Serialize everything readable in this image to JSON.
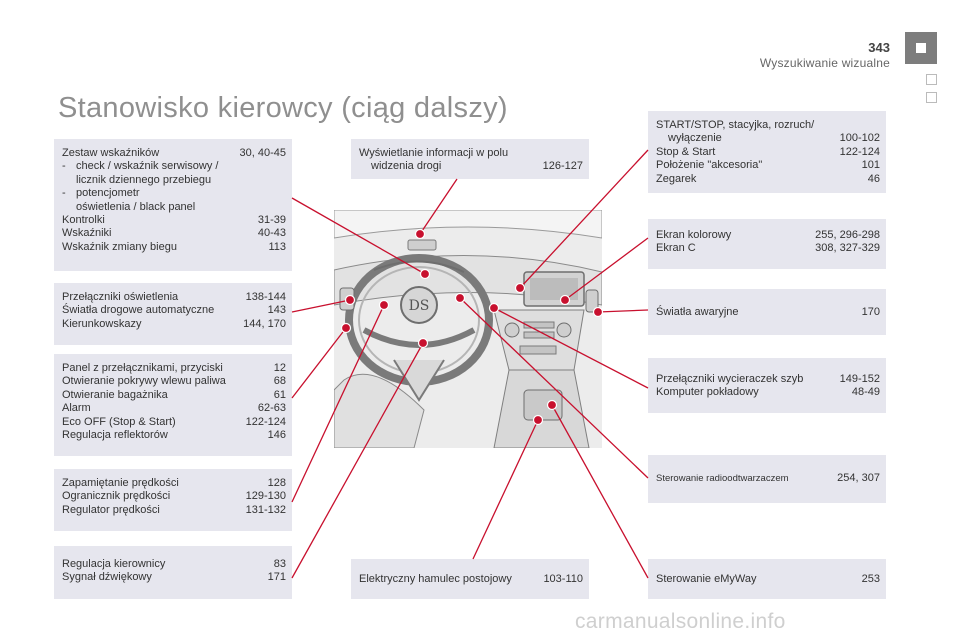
{
  "header": {
    "page_number": "343",
    "section": "Wyszukiwanie wizualne"
  },
  "title": "Stanowisko kierowcy (ciąg dalszy)",
  "boxes": {
    "instruments": {
      "rows": [
        {
          "label": "Zestaw wskaźników",
          "pages": "30, 40-45"
        },
        {
          "dash": "-",
          "label": "check / wskaźnik serwisowy /",
          "pages": ""
        },
        {
          "label": "licznik dziennego przebiegu",
          "pages": ""
        },
        {
          "dash": "-",
          "label": "potencjometr",
          "pages": ""
        },
        {
          "label": "oświetlenia / black panel",
          "pages": ""
        },
        {
          "label": "Kontrolki",
          "pages": "31-39"
        },
        {
          "label": "Wskaźniki",
          "pages": "40-43"
        },
        {
          "label": "Wskaźnik zmiany biegu",
          "pages": "113"
        }
      ]
    },
    "lighting": {
      "rows": [
        {
          "label": "Przełączniki oświetlenia",
          "pages": "138-144"
        },
        {
          "label": "Światła drogowe automatyczne",
          "pages": "143"
        },
        {
          "label": "Kierunkowskazy",
          "pages": "144, 170"
        }
      ]
    },
    "switch_panel": {
      "rows": [
        {
          "label": "Panel z przełącznikami, przyciski",
          "pages": "12"
        },
        {
          "label": "Otwieranie pokrywy wlewu paliwa",
          "pages": "68"
        },
        {
          "label": "Otwieranie bagażnika",
          "pages": "61"
        },
        {
          "label": "Alarm",
          "pages": "62-63"
        },
        {
          "label": "Eco OFF (Stop & Start)",
          "pages": "122-124"
        },
        {
          "label": "Regulacja reflektorów",
          "pages": "146"
        }
      ]
    },
    "speed": {
      "rows": [
        {
          "label": "Zapamiętanie prędkości",
          "pages": "128"
        },
        {
          "label": "Ogranicznik prędkości",
          "pages": "129-130"
        },
        {
          "label": "Regulator prędkości",
          "pages": "131-132"
        }
      ]
    },
    "steering": {
      "rows": [
        {
          "label": "Regulacja kierownicy",
          "pages": "83"
        },
        {
          "label": "Sygnał dźwiękowy",
          "pages": "171"
        }
      ]
    },
    "hud": {
      "rows": [
        {
          "label": "Wyświetlanie informacji w polu",
          "pages": ""
        },
        {
          "label": "widzenia drogi",
          "pages": "126-127"
        }
      ]
    },
    "parking_brake": {
      "rows": [
        {
          "label": "Elektryczny hamulec postojowy",
          "pages": "103-110"
        }
      ]
    },
    "start_stop": {
      "rows": [
        {
          "label": "START/STOP, stacyjka, rozruch/",
          "pages": ""
        },
        {
          "label": "wyłączenie",
          "pages": "100-102"
        },
        {
          "label": "Stop & Start",
          "pages": "122-124"
        },
        {
          "label": "Położenie \"akcesoria\"",
          "pages": "101"
        },
        {
          "label": "Zegarek",
          "pages": "46"
        }
      ]
    },
    "screen": {
      "rows": [
        {
          "label": "Ekran kolorowy",
          "pages": "255, 296-298"
        },
        {
          "label": "Ekran C",
          "pages": "308, 327-329"
        }
      ]
    },
    "hazard": {
      "rows": [
        {
          "label": "Światła awaryjne",
          "pages": "170"
        }
      ]
    },
    "wipers": {
      "rows": [
        {
          "label": "Przełączniki wycieraczek szyb",
          "pages": "149-152"
        },
        {
          "label": "Komputer pokładowy",
          "pages": "48-49"
        }
      ]
    },
    "radio": {
      "rows": [
        {
          "label": "Sterowanie radioodtwarzaczem",
          "pages": "254, 307"
        }
      ]
    },
    "emyway": {
      "rows": [
        {
          "label": "Sterowanie eMyWay",
          "pages": "253"
        }
      ]
    }
  },
  "colors": {
    "box_bg": "#e6e6ee",
    "leader": "#c8102e",
    "title": "#8f8f8f",
    "tab": "#7d7d7d"
  },
  "watermark": "carmanualsonline.info"
}
